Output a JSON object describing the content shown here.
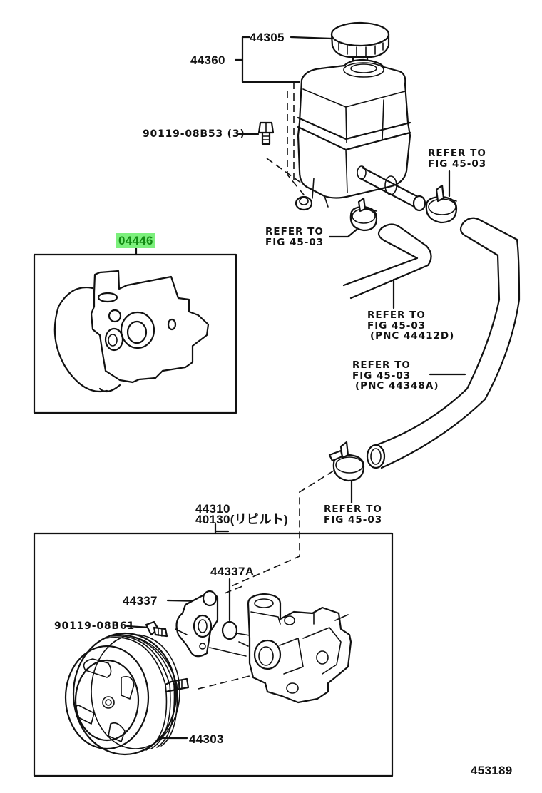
{
  "diagram": {
    "type": "parts-exploded-view",
    "subject": "Power steering vane pump & reservoir",
    "figure_number": "453189",
    "highlight_color": "#7cf07c",
    "highlight_text_color": "#128a12",
    "line_color": "#111111",
    "background_color": "#ffffff"
  },
  "labels": {
    "cap": "44305",
    "reservoir_assy": "44360",
    "reservoir_bolt": "90119-08B53 (3)",
    "clamp_right_ref_line1": "REFER TO",
    "clamp_right_ref_line2": "FIG 45-03",
    "clamp_left_ref_line1": "REFER TO",
    "clamp_left_ref_line2": "FIG 45-03",
    "overhaul_kit": "04446",
    "hose_return_line1": "REFER TO",
    "hose_return_line2": "FIG 45-03",
    "hose_return_line3": "(PNC 44412D)",
    "hose_suction_line1": "REFER TO",
    "hose_suction_line2": "FIG 45-03",
    "hose_suction_line3": "(PNC 44348A)",
    "clamp_lower_ref_line1": "REFER TO",
    "clamp_lower_ref_line2": "FIG 45-03",
    "pump_assy": "44310",
    "pump_rebuilt": "40130(リビルト)",
    "oring": "44337A",
    "union": "44337",
    "union_bolt": "90119-08B61",
    "pulley": "44303"
  },
  "parts": [
    {
      "pnc": "44305",
      "name": "Reservoir cap"
    },
    {
      "pnc": "44360",
      "name": "Reservoir assy"
    },
    {
      "pnc": "90119-08B53",
      "qty": 3,
      "name": "Bolt"
    },
    {
      "pnc": "04446",
      "name": "Vane pump overhaul gasket kit",
      "highlighted": true
    },
    {
      "pnc": "44310",
      "name": "Vane pump assy"
    },
    {
      "pnc": "40130",
      "name": "Vane pump (rebuilt)"
    },
    {
      "pnc": "44337A",
      "name": "O-ring"
    },
    {
      "pnc": "44337",
      "name": "Union"
    },
    {
      "pnc": "90119-08B61",
      "name": "Bolt"
    },
    {
      "pnc": "44303",
      "name": "Pulley"
    }
  ]
}
